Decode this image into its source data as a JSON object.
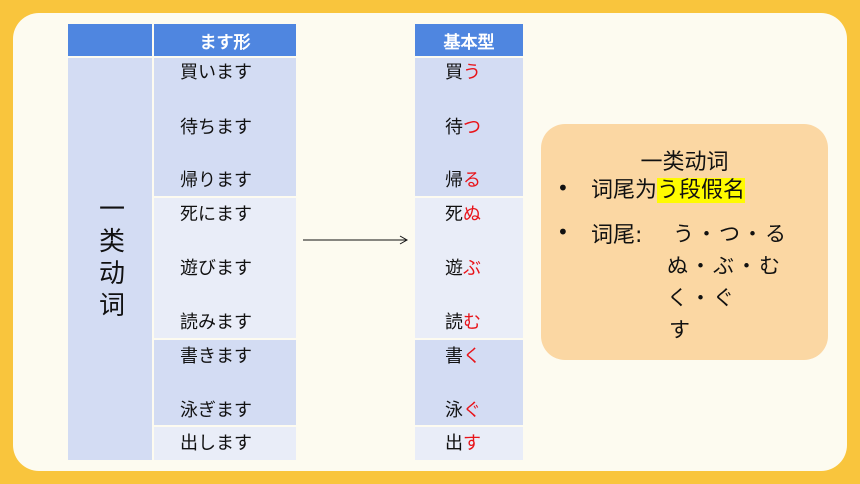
{
  "left_table": {
    "header": "ます形",
    "group_label": "一类动词",
    "words": [
      "買います",
      "待ちます",
      "帰ります",
      "死にます",
      "遊びます",
      "読みます",
      "書きます",
      "泳ぎます",
      "出します"
    ]
  },
  "right_table": {
    "header": "基本型",
    "rows": [
      {
        "stem": "買",
        "end": "う"
      },
      {
        "stem": "待",
        "end": "つ"
      },
      {
        "stem": "帰",
        "end": "る"
      },
      {
        "stem": "死",
        "end": "ぬ"
      },
      {
        "stem": "遊",
        "end": "ぶ"
      },
      {
        "stem": "読",
        "end": "む"
      },
      {
        "stem": "書",
        "end": "く"
      },
      {
        "stem": "泳",
        "end": "ぐ"
      },
      {
        "stem": "出",
        "end": "す"
      }
    ]
  },
  "info_box": {
    "title": "一类动词",
    "bullet1_prefix": "词尾为",
    "bullet1_highlight": "う段假名",
    "bullet2_prefix": "词尾:",
    "endings_lines": [
      "う・つ・る",
      "ぬ・ぶ・む",
      "く・ぐ",
      "す"
    ],
    "bullet_symbol": "•"
  },
  "colors": {
    "header_blue": "#4f86e0",
    "row_dark": "#d3dcf3",
    "row_light": "#e9edf8",
    "ending_red": "#e8141a",
    "highlight_yellow": "#fffb00",
    "info_bg": "#fbd7a3",
    "frame": "#f9c53d"
  }
}
